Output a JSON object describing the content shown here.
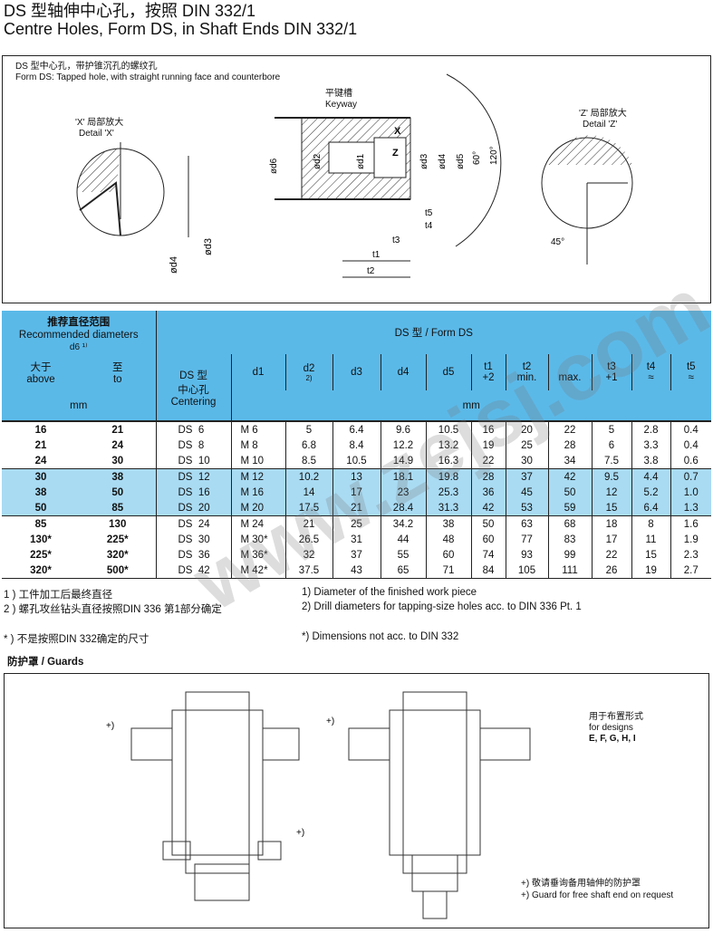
{
  "title": {
    "cn": "DS 型轴伸中心孔，按照 DIN 332/1",
    "en": "Centre Holes, Form DS, in Shaft Ends DIN 332/1"
  },
  "diagram": {
    "caption_cn": "DS 型中心孔，带护锥沉孔的螺纹孔",
    "caption_en": "Form DS: Tapped hole, with straight running face and counterbore",
    "detail_x_cn": "'X' 局部放大",
    "detail_x_en": "Detail 'X'",
    "detail_z_cn": "'Z' 局部放大",
    "detail_z_en": "Detail 'Z'",
    "keyway_cn": "平键槽",
    "keyway_en": "Keyway",
    "labels": {
      "d6": "ød6",
      "d2": "ød2",
      "d1": "ød1",
      "d3": "ød3",
      "d4": "ød4",
      "d5": "ød5",
      "x": "X",
      "z": "Z",
      "a60": "60°",
      "a120": "120°",
      "t5": "t5",
      "t4": "t4",
      "t3": "t3",
      "t1": "t1",
      "t2": "t2",
      "a45": "45°",
      "dd4": "ød4",
      "dd3": "ød3"
    }
  },
  "table": {
    "range_cn": "推荐直径范围",
    "range_en": "Recommended diameters",
    "range_sym": "d6 ¹⁾",
    "above_cn": "大于",
    "above_en": "above",
    "to_cn": "至",
    "to_en": "to",
    "mm": "mm",
    "form_title": "DS 型 / Form DS",
    "centering_cn1": "DS 型",
    "centering_cn2": "中心孔",
    "centering_en": "Centering",
    "cols": {
      "d1": "d1",
      "d2": "d2",
      "d2_note": "2)",
      "d3": "d3",
      "d4": "d4",
      "d5": "d5",
      "t1": "t1",
      "t1_tol": "+2",
      "t2": "t2",
      "t2_min": "min.",
      "t2_max": "max.",
      "t3": "t3",
      "t3_tol": "+1",
      "t4": "t4",
      "t4_tol": "≈",
      "t5": "t5",
      "t5_tol": "≈"
    },
    "rows": [
      [
        "16",
        "21",
        "DS  6",
        "M 6",
        "5",
        "6.4",
        "9.6",
        "10.5",
        "16",
        "20",
        "22",
        "5",
        "2.8",
        "0.4"
      ],
      [
        "21",
        "24",
        "DS  8",
        "M 8",
        "6.8",
        "8.4",
        "12.2",
        "13.2",
        "19",
        "25",
        "28",
        "6",
        "3.3",
        "0.4"
      ],
      [
        "24",
        "30",
        "DS  10",
        "M 10",
        "8.5",
        "10.5",
        "14.9",
        "16.3",
        "22",
        "30",
        "34",
        "7.5",
        "3.8",
        "0.6"
      ],
      [
        "30",
        "38",
        "DS  12",
        "M 12",
        "10.2",
        "13",
        "18.1",
        "19.8",
        "28",
        "37",
        "42",
        "9.5",
        "4.4",
        "0.7"
      ],
      [
        "38",
        "50",
        "DS  16",
        "M 16",
        "14",
        "17",
        "23",
        "25.3",
        "36",
        "45",
        "50",
        "12",
        "5.2",
        "1.0"
      ],
      [
        "50",
        "85",
        "DS  20",
        "M 20",
        "17.5",
        "21",
        "28.4",
        "31.3",
        "42",
        "53",
        "59",
        "15",
        "6.4",
        "1.3"
      ],
      [
        "85",
        "130",
        "DS  24",
        "M 24",
        "21",
        "25",
        "34.2",
        "38",
        "50",
        "63",
        "68",
        "18",
        "8",
        "1.6"
      ],
      [
        "130*",
        "225*",
        "DS  30",
        "M 30*",
        "26.5",
        "31",
        "44",
        "48",
        "60",
        "77",
        "83",
        "17",
        "11",
        "1.9"
      ],
      [
        "225*",
        "320*",
        "DS  36",
        "M 36*",
        "32",
        "37",
        "55",
        "60",
        "74",
        "93",
        "99",
        "22",
        "15",
        "2.3"
      ],
      [
        "320*",
        "500*",
        "DS  42",
        "M 42*",
        "37.5",
        "43",
        "65",
        "71",
        "84",
        "105",
        "111",
        "26",
        "19",
        "2.7"
      ]
    ]
  },
  "notes": {
    "n1_cn": "1 ) 工件加工后最终直径",
    "n2_cn": "2 ) 螺孔攻丝钻头直径按照DIN 336 第1部分确定",
    "n1_en": "1) Diameter of the finished work piece",
    "n2_en": "2) Drill diameters for tapping-size holes acc. to DIN 336 Pt. 1",
    "star_cn": "* ) 不是按照DIN 332确定的尺寸",
    "star_en": "*) Dimensions not acc. to DIN 332"
  },
  "guards": {
    "heading": "防护罩 / Guards",
    "designs_cn": "用于布置形式",
    "designs_en": "for designs",
    "designs_list": "E, F, G, H, I",
    "plus": "+)",
    "foot_cn": "+) 敬请垂询备用轴伸的防护罩",
    "foot_en": "+) Guard for free shaft end on request"
  },
  "watermark": "www.zejsj.com"
}
